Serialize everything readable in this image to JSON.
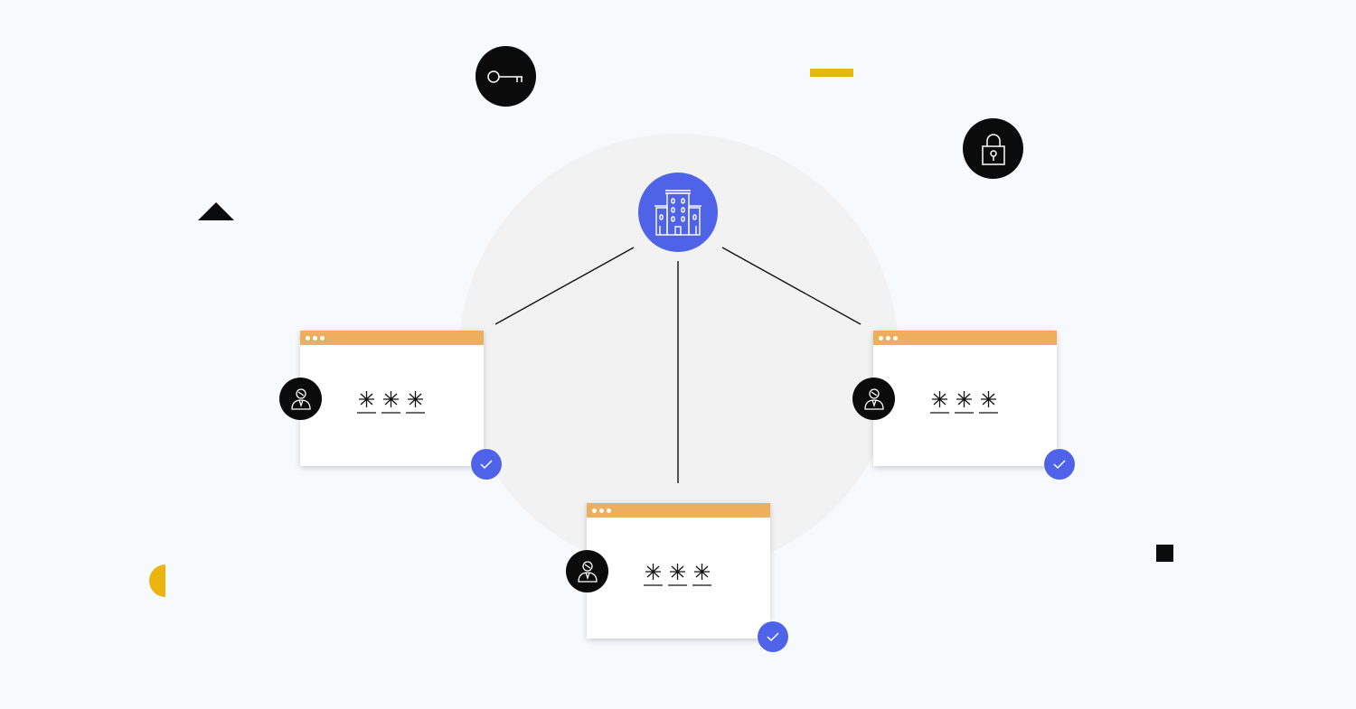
{
  "diagram": {
    "hub": {
      "icon": "building-icon",
      "color": "#4f63e9"
    },
    "decorations": [
      {
        "icon": "key-icon"
      },
      {
        "icon": "padlock-icon"
      },
      {
        "shape": "yellow-bar",
        "color": "#ebb40f"
      },
      {
        "shape": "black-triangle",
        "color": "#0b0b0b"
      },
      {
        "shape": "yellow-half-circle",
        "color": "#ebb40f"
      },
      {
        "shape": "black-square",
        "color": "#0b0b0b"
      }
    ],
    "windows": [
      {
        "name": "left",
        "password_mask": [
          "*",
          "*",
          "*"
        ],
        "user_icon": "user-icon",
        "status_icon": "check-icon"
      },
      {
        "name": "center",
        "password_mask": [
          "*",
          "*",
          "*"
        ],
        "user_icon": "user-icon",
        "status_icon": "check-icon"
      },
      {
        "name": "right",
        "password_mask": [
          "*",
          "*",
          "*"
        ],
        "user_icon": "user-icon",
        "status_icon": "check-icon"
      }
    ],
    "colors": {
      "window_bar": "#edae5e",
      "accent": "#4f63e9",
      "dark": "#0b0b0b",
      "background": "#f6fafc"
    }
  }
}
